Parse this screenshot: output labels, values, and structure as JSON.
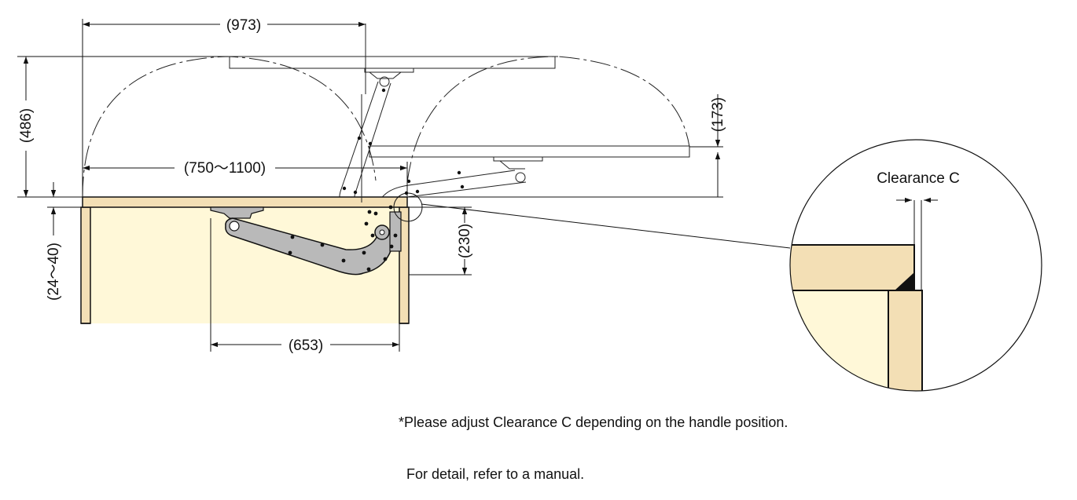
{
  "colors": {
    "panel": "#f3dfb5",
    "cabinet": "#fff8d8",
    "arm": "#b9b9b9",
    "outline": "#111111"
  },
  "dimensions": {
    "opening_width": "(973)",
    "opening_height": "(486)",
    "door_width_range": "(750〜1100)",
    "lift_height": "(173)",
    "panel_thickness_range": "(24〜40)",
    "mount_height": "(230)",
    "mount_depth": "(653)"
  },
  "detail": {
    "label": "Clearance C"
  },
  "notes": {
    "line1": "*Please adjust Clearance C depending on the handle position.",
    "line2": "  For detail, refer to a manual."
  }
}
